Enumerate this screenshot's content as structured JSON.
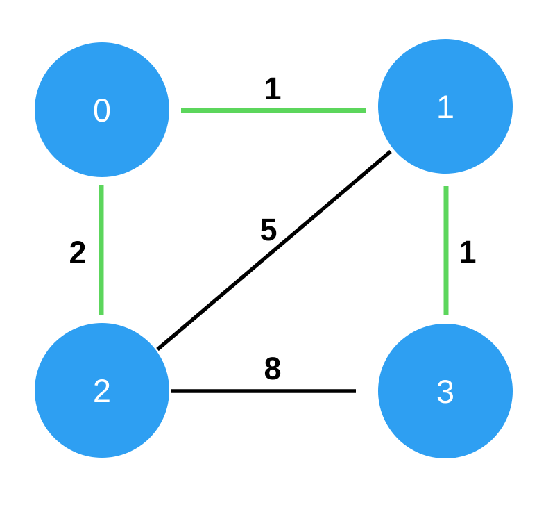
{
  "colors": {
    "background": "#ffffff",
    "node_fill": "#2E9FF2",
    "node_label": "#ffffff",
    "edge_highlight": "#5CD65C",
    "edge_default": "#000000",
    "weight_label": "#000000"
  },
  "nodes": [
    {
      "id": "0",
      "label": "0"
    },
    {
      "id": "1",
      "label": "1"
    },
    {
      "id": "2",
      "label": "2"
    },
    {
      "id": "3",
      "label": "3"
    }
  ],
  "edges": [
    {
      "from": "0",
      "to": "1",
      "weight": "1",
      "highlighted": true,
      "color": "#5CD65C"
    },
    {
      "from": "0",
      "to": "2",
      "weight": "2",
      "highlighted": true,
      "color": "#5CD65C"
    },
    {
      "from": "1",
      "to": "3",
      "weight": "1",
      "highlighted": true,
      "color": "#5CD65C"
    },
    {
      "from": "2",
      "to": "1",
      "weight": "5",
      "highlighted": false,
      "color": "#000000"
    },
    {
      "from": "2",
      "to": "3",
      "weight": "8",
      "highlighted": false,
      "color": "#000000"
    }
  ]
}
